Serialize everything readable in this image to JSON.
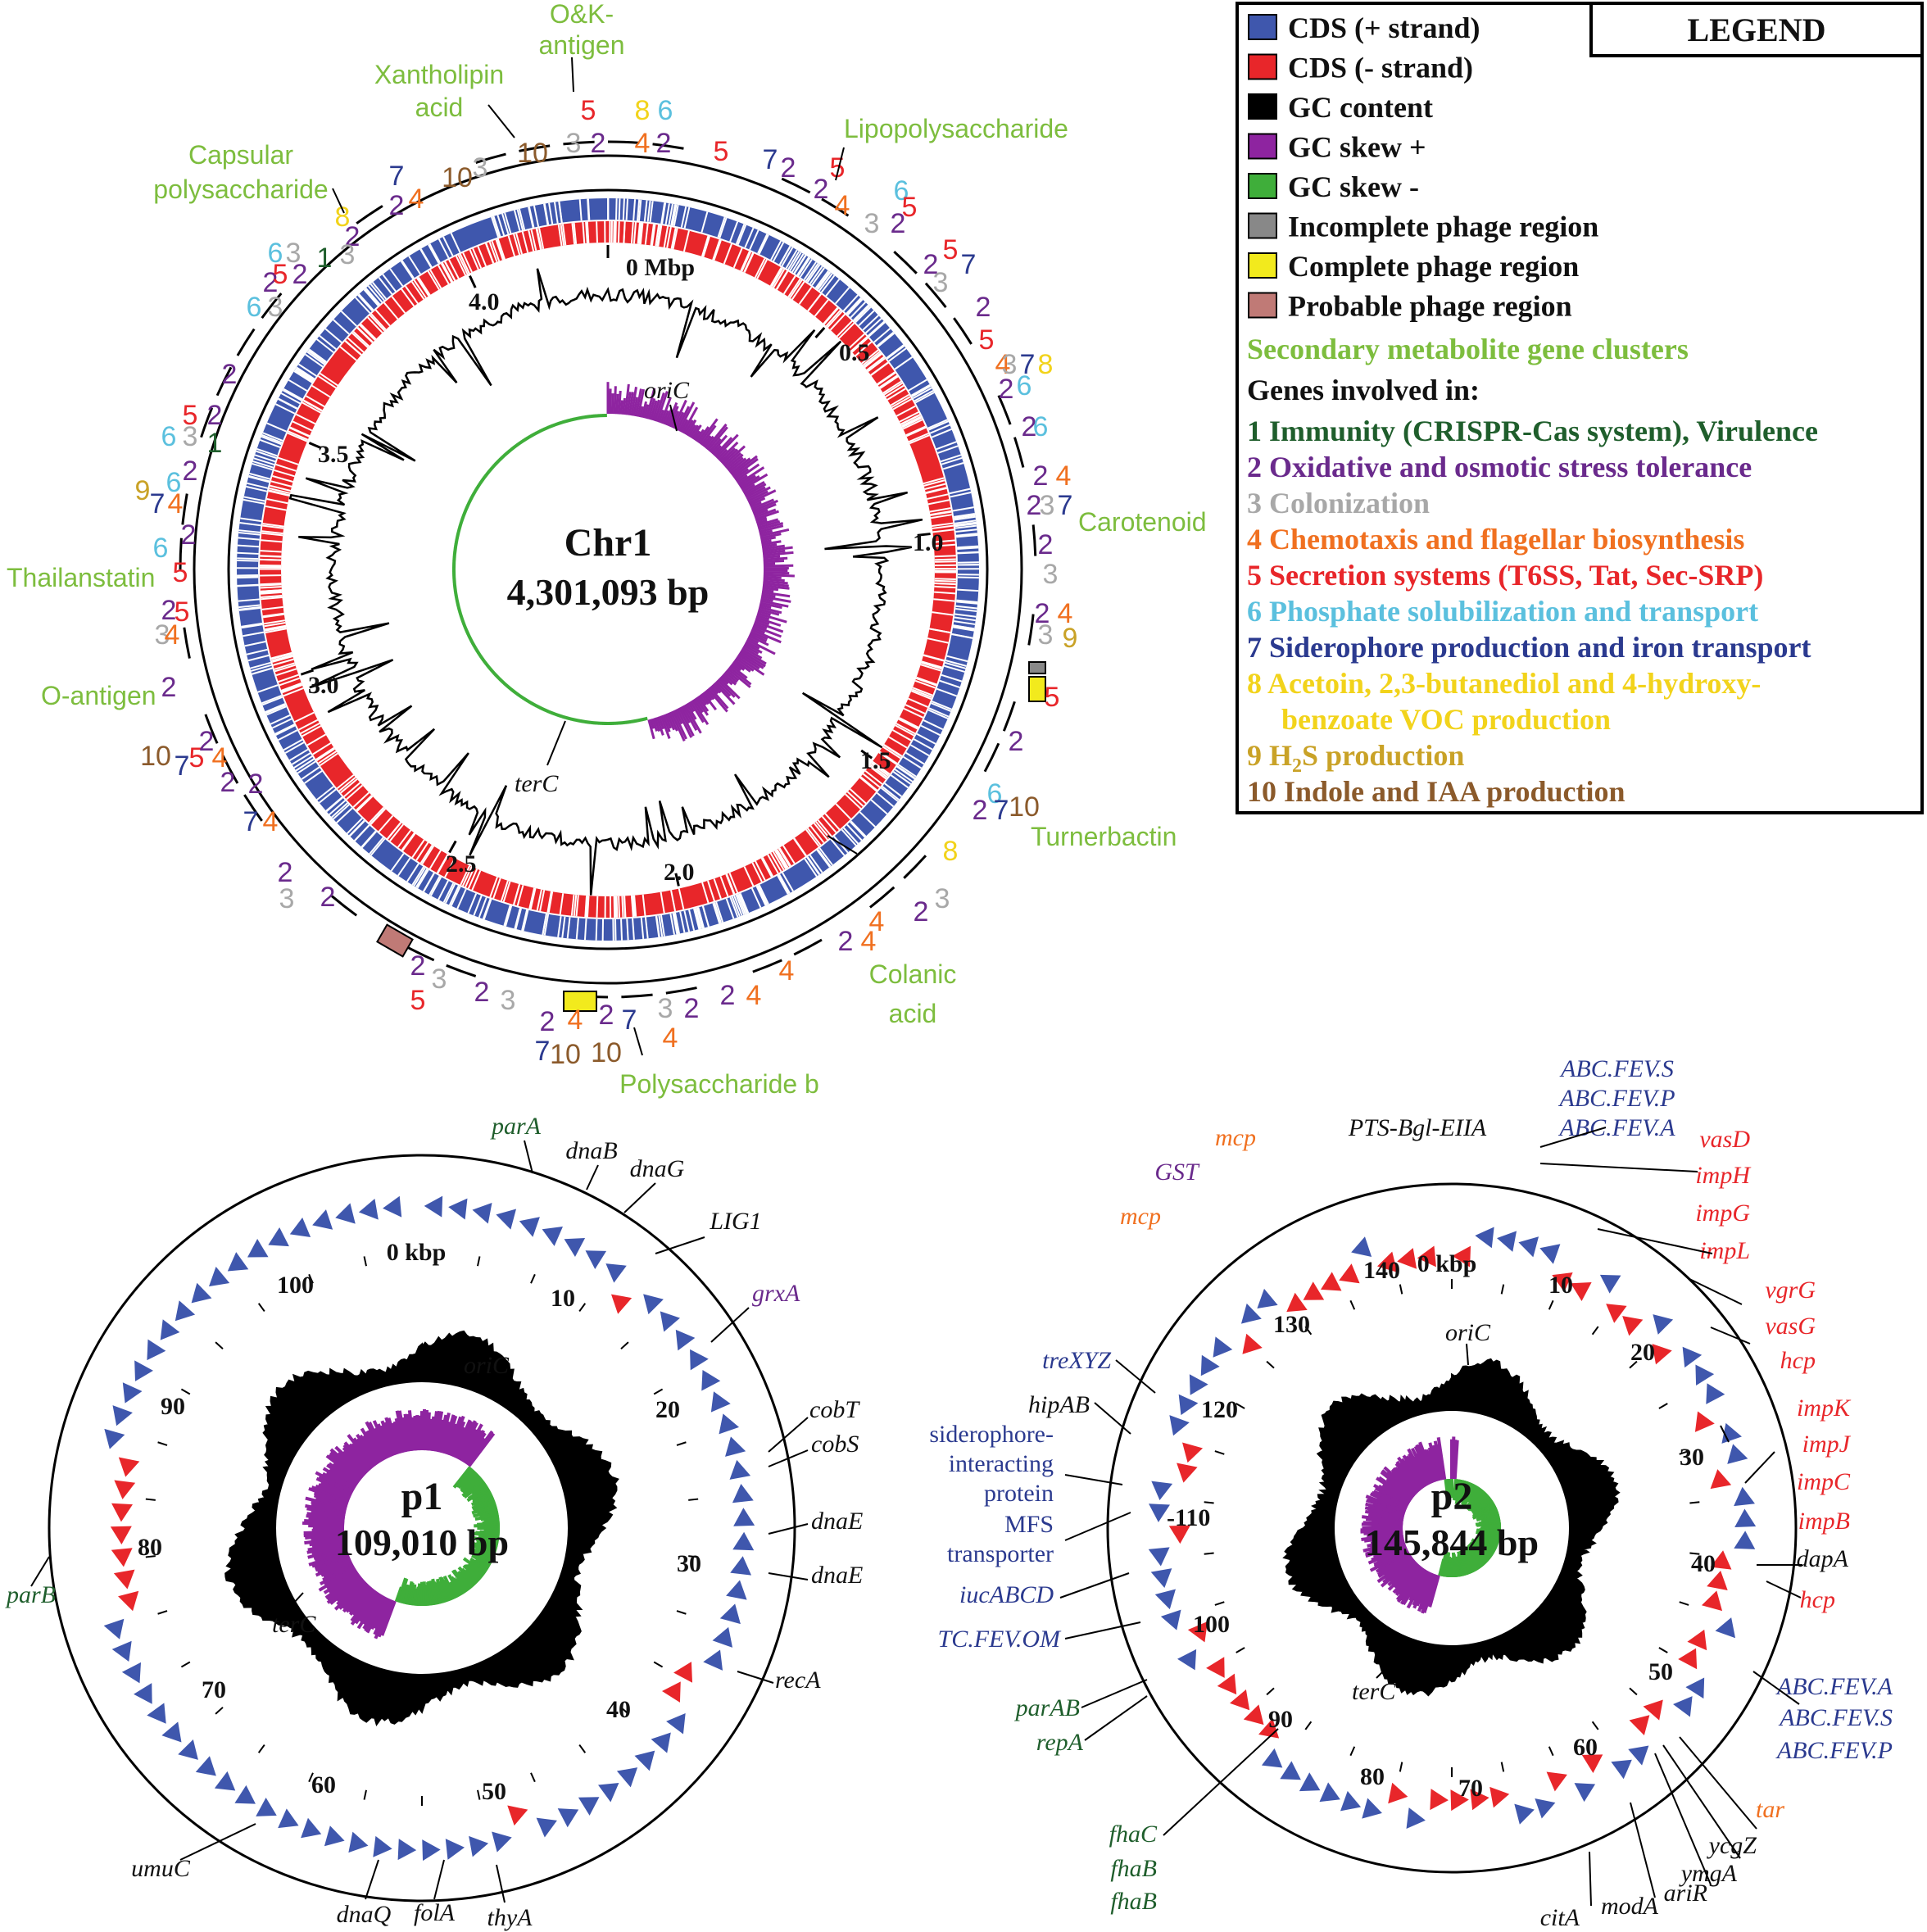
{
  "legend": {
    "title": "LEGEND",
    "swatches": [
      {
        "label": "CDS (+ strand)",
        "color": "#3f57ad"
      },
      {
        "label": "CDS (- strand)",
        "color": "#e8262a"
      },
      {
        "label": "GC content",
        "color": "#000000"
      },
      {
        "label": "GC skew +",
        "color": "#8e24a0"
      },
      {
        "label": "GC skew -",
        "color": "#3fae3a"
      },
      {
        "label": "Incomplete phage region",
        "color": "#888888"
      },
      {
        "label": "Complete phage region",
        "color": "#f2ea1d"
      },
      {
        "label": "Probable phage region",
        "color": "#c07a76"
      }
    ],
    "secondary_label": "Secondary metabolite gene clusters",
    "genes_heading": "Genes involved in:",
    "categories": [
      {
        "num": "1",
        "label": "Immunity (CRISPR-Cas system), Virulence",
        "color": "#1f5e2c"
      },
      {
        "num": "2",
        "label": "Oxidative and osmotic stress tolerance",
        "color": "#6a2a8c"
      },
      {
        "num": "3",
        "label": "Colonization",
        "color": "#a8a8a8"
      },
      {
        "num": "4",
        "label": "Chemotaxis and flagellar biosynthesis",
        "color": "#f07020"
      },
      {
        "num": "5",
        "label": "Secretion systems (T6SS, Tat, Sec-SRP)",
        "color": "#e8262a"
      },
      {
        "num": "6",
        "label": "Phosphate solubilization and transport",
        "color": "#5bc0de"
      },
      {
        "num": "7",
        "label": "Siderophore production and iron transport",
        "color": "#2b3a8f"
      },
      {
        "num": "8",
        "label": "Acetoin, 2,3-butanediol and 4-hydroxy-",
        "label2": "benzoate VOC production",
        "color": "#f2d31b"
      },
      {
        "num": "9",
        "label": "H",
        "label_sub": "2",
        "label_tail": "S production",
        "color": "#c9a227"
      },
      {
        "num": "10",
        "label": "Indole and IAA production",
        "color": "#8b5a2b"
      }
    ]
  },
  "chr1": {
    "name": "Chr1",
    "size": "4,301,093 bp",
    "ticks": [
      "0 Mbp",
      "0.5",
      "1.0",
      "1.5",
      "2.0",
      "2.5",
      "3.0",
      "3.5",
      "4.0"
    ],
    "oriC": "oriC",
    "terC": "terC",
    "clusters": [
      "O&K-",
      "antigen",
      "Xantholipin",
      "acid",
      "Lipopolysaccharide",
      "Capsular",
      "polysaccharide",
      "Carotenoid",
      "Thailanstatin",
      "O-antigen",
      "Turnerbactin",
      "Colanic",
      "acid",
      "Polysaccharide b"
    ]
  },
  "p1": {
    "name": "p1",
    "size": "109,010 bp",
    "ticks": [
      "0 kbp",
      "10",
      "20",
      "30",
      "40",
      "50",
      "60",
      "70",
      "80",
      "90",
      "100"
    ],
    "oriC": "oriC",
    "terC": "terC",
    "genes": [
      "parA",
      "dnaB",
      "dnaG",
      "LIG1",
      "grxA",
      "cobT",
      "cobS",
      "dnaE",
      "dnaE",
      "recA",
      "thyA",
      "folA",
      "dnaQ",
      "umuC",
      "parB"
    ]
  },
  "p2": {
    "name": "p2",
    "size": "145,844 bp",
    "ticks": [
      "0 kbp",
      "10",
      "20",
      "30",
      "40",
      "50",
      "60",
      "70",
      "80",
      "90",
      "100",
      "-110",
      "120",
      "130",
      "140"
    ],
    "oriC": "oriC",
    "terC": "terC",
    "genes_top": [
      "PTS-Bgl-EIIA",
      "mcp",
      "GST",
      "mcp",
      "ABC.FEV.S",
      "ABC.FEV.P",
      "ABC.FEV.A"
    ],
    "genes_right": [
      "vasD",
      "impH",
      "impG",
      "impL",
      "vgrG",
      "vasG",
      "hcp",
      "impK",
      "impJ",
      "impC",
      "impB",
      "dapA",
      "hcp",
      "ABC.FEV.A",
      "ABC.FEV.S",
      "ABC.FEV.P",
      "tar",
      "ycgZ",
      "ymgA",
      "ariR",
      "modA",
      "citA"
    ],
    "genes_left": [
      "treXYZ",
      "hipAB",
      "siderophore-",
      "interacting",
      "protein",
      "MFS",
      "transporter",
      "iucABCD",
      "TC.FEV.OM",
      "parAB",
      "repA",
      "fhaC",
      "fhaB",
      "fhaB"
    ]
  }
}
